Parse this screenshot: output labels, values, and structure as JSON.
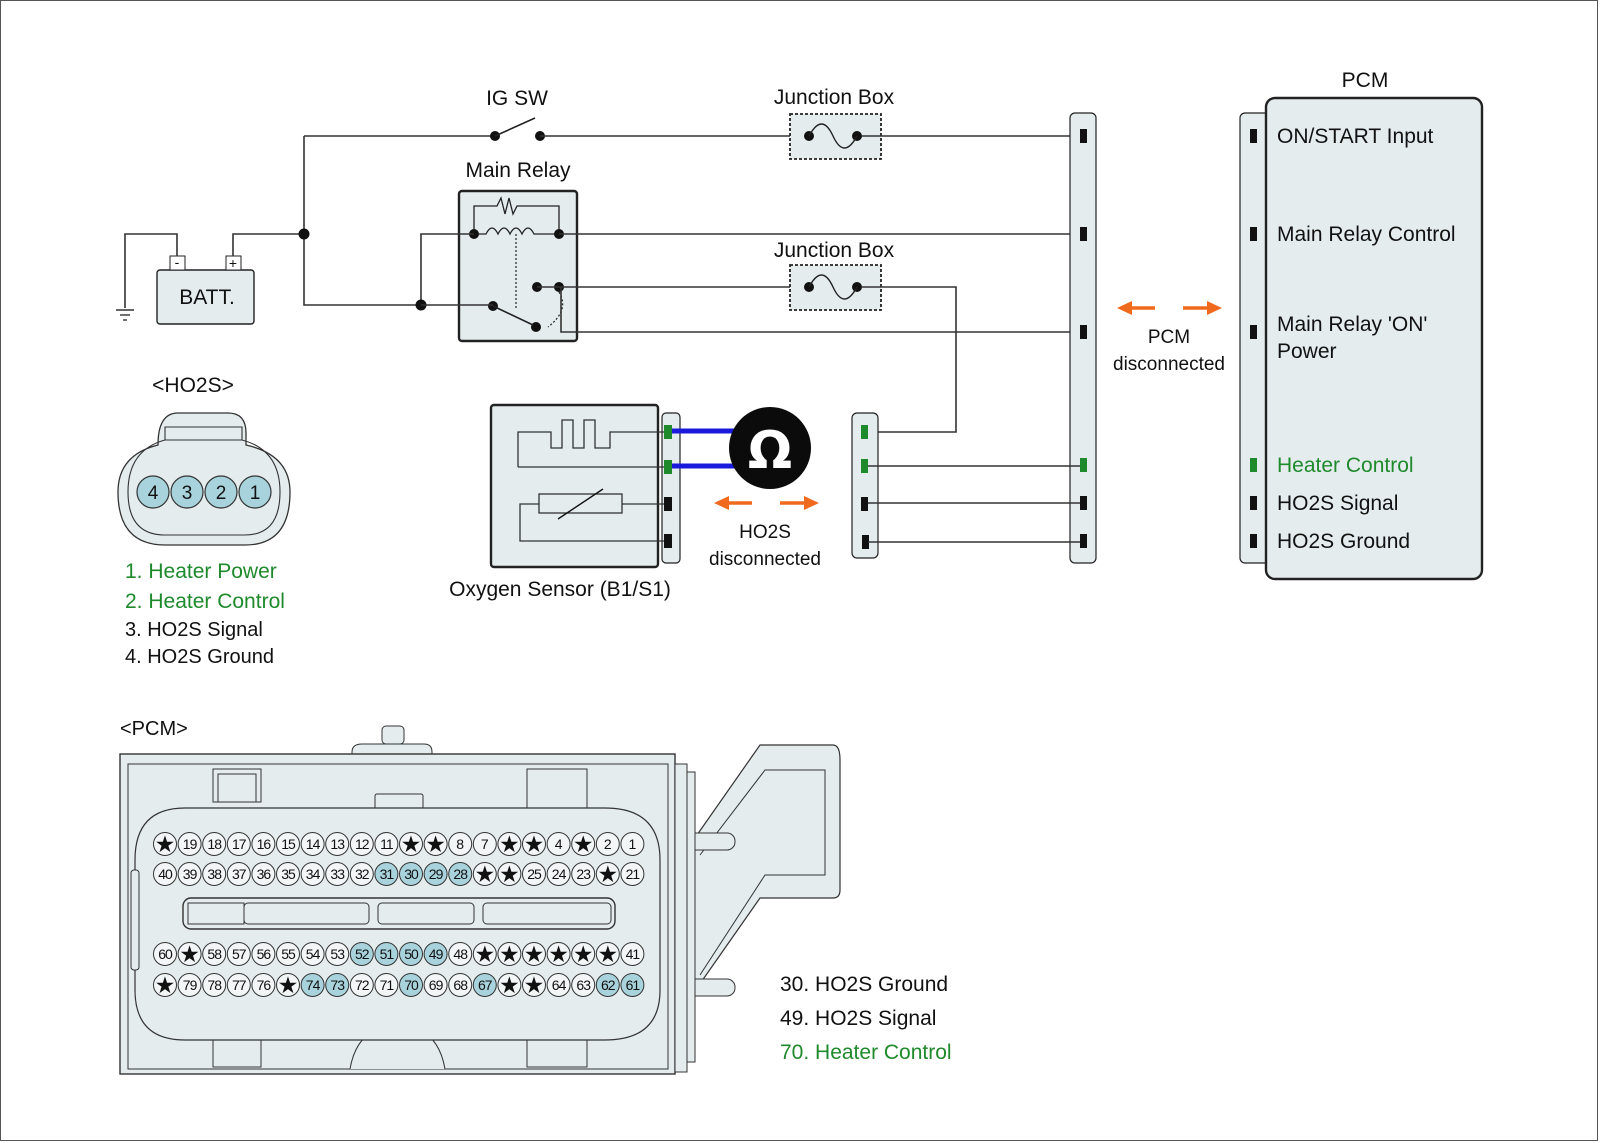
{
  "diagram": {
    "ig_switch_label": "IG SW",
    "main_relay_label": "Main Relay",
    "junction_box_1_label": "Junction Box",
    "junction_box_2_label": "Junction Box",
    "battery_label": "BATT.",
    "battery_neg": "-",
    "battery_pos": "+",
    "pcm_title": "PCM",
    "pcm_pins": [
      {
        "label": "ON/START Input",
        "color": "black"
      },
      {
        "label": "Main Relay Control",
        "color": "black"
      },
      {
        "label": "Main Relay 'ON'",
        "label2": "Power",
        "color": "black"
      },
      {
        "label": "Heater Control",
        "color": "green"
      },
      {
        "label": "HO2S  Signal",
        "color": "black"
      },
      {
        "label": "HO2S  Ground",
        "color": "black"
      }
    ],
    "pcm_disconnected": [
      "PCM",
      "disconnected"
    ],
    "ho2s_disconnected": [
      "HO2S",
      "disconnected"
    ],
    "ohm_symbol": "Ω",
    "oxygen_sensor_label": "Oxygen Sensor (B1/S1)",
    "colors": {
      "green": "#1f8a2c",
      "orange": "#f06a1e",
      "blue": "#1a1adc",
      "teal": "#a9d3dc",
      "fill": "#e4ecee"
    }
  },
  "ho2s_connector": {
    "title": "<HO2S>",
    "pins": [
      "4",
      "3",
      "2",
      "1"
    ],
    "legend": [
      {
        "text": "1. Heater Power",
        "color": "green"
      },
      {
        "text": "2. Heater Control",
        "color": "green"
      },
      {
        "text": "3. HO2S Signal",
        "color": "black"
      },
      {
        "text": "4. HO2S Ground",
        "color": "black"
      }
    ]
  },
  "pcm_connector": {
    "title": "<PCM>",
    "rows": [
      [
        "*",
        "19",
        "18",
        "17",
        "16",
        "15",
        "14",
        "13",
        "12",
        "11",
        "*",
        "*",
        "8",
        "7",
        "*",
        "*",
        "4",
        "*",
        "2",
        "1"
      ],
      [
        "40",
        "39",
        "38",
        "37",
        "36",
        "35",
        "34",
        "33",
        "32",
        "31",
        "30",
        "29",
        "28",
        "*",
        "*",
        "25",
        "24",
        "23",
        "*",
        "21"
      ],
      [
        "60",
        "*",
        "58",
        "57",
        "56",
        "55",
        "54",
        "53",
        "52",
        "51",
        "50",
        "49",
        "48",
        "*",
        "*",
        "*",
        "*",
        "*",
        "*",
        "41"
      ],
      [
        "*",
        "79",
        "78",
        "77",
        "76",
        "*",
        "74",
        "73",
        "72",
        "71",
        "70",
        "69",
        "68",
        "67",
        "*",
        "*",
        "64",
        "63",
        "62",
        "61"
      ]
    ],
    "highlighted": [
      "31",
      "30",
      "29",
      "28",
      "52",
      "51",
      "50",
      "49",
      "74",
      "73",
      "70",
      "67",
      "62",
      "61"
    ],
    "legend": [
      {
        "text": "30. HO2S Ground",
        "color": "black"
      },
      {
        "text": "49. HO2S  Signal",
        "color": "black"
      },
      {
        "text": "70. Heater Control",
        "color": "green"
      }
    ]
  }
}
